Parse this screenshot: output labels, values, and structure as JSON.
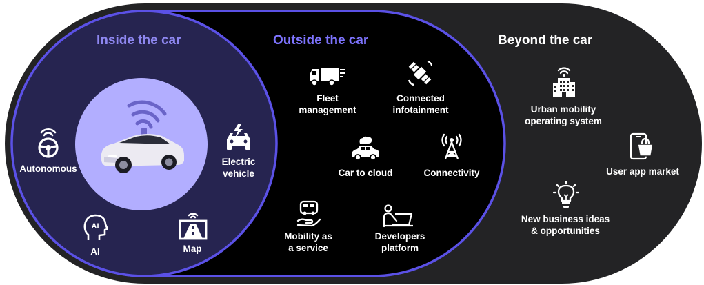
{
  "sections": {
    "inside": {
      "title": "Inside the car",
      "color": "#8e87f0"
    },
    "outside": {
      "title": "Outside the car",
      "color": "#7e74ff"
    },
    "beyond": {
      "title": "Beyond the car",
      "color": "#ffffff"
    }
  },
  "inside_items": {
    "autonomous": "Autonomous",
    "electric": "Electric\nvehicle",
    "ai": "AI",
    "ai_icon_text": "AI",
    "map": "Map"
  },
  "outside_items": {
    "fleet": "Fleet\nmanagement",
    "infotainment": "Connected\ninfotainment",
    "cloud": "Car to cloud",
    "connectivity": "Connectivity",
    "maas": "Mobility as\na service",
    "developers": "Developers\nplatform"
  },
  "beyond_items": {
    "urban": "Urban mobility\noperating system",
    "appmarket": "User app market",
    "ideas": "New business ideas\n& opportunities"
  },
  "colors": {
    "background_dark": "#232325",
    "inside_fill": "#262450",
    "outside_fill": "#000000",
    "border": "#5b51e6",
    "inner_circle": "#b2aeff"
  }
}
